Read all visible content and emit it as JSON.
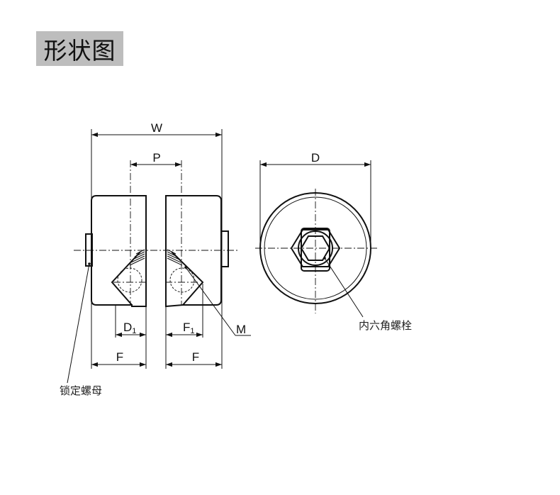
{
  "title": "形状图",
  "dimensions": {
    "w": "W",
    "p": "P",
    "d": "D",
    "d1_main": "D",
    "d1_sub": "1",
    "f1_main": "F",
    "f1_sub": "1",
    "f_left": "F",
    "f_right": "F",
    "m": "M"
  },
  "labels": {
    "lock_nut": "锁定螺母",
    "hex_bolt": "内六角螺栓"
  }
}
